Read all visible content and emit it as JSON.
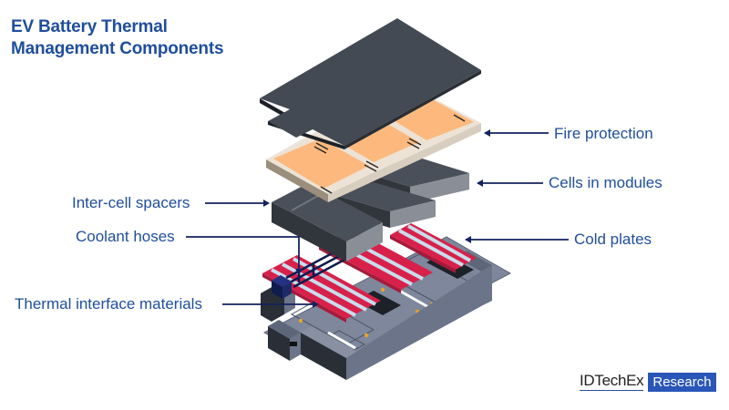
{
  "title": {
    "line1": "EV Battery Thermal",
    "line2": "Management Components"
  },
  "labels": {
    "fire_protection": "Fire protection",
    "cells_in_modules": "Cells in modules",
    "cold_plates": "Cold plates",
    "inter_cell_spacers": "Inter-cell spacers",
    "coolant_hoses": "Coolant hoses",
    "thermal_interface_materials": "Thermal interface materials"
  },
  "logo": {
    "name": "IDTechEx",
    "badge": "Research"
  },
  "colors": {
    "text_blue": "#1f4e9c",
    "leader_navy": "#13235e",
    "lid": "#434a53",
    "fire_orange": "#fdb97d",
    "fire_frame": "#ece3d6",
    "module_top": "#4a5059",
    "cold_plate_red": "#d8214a",
    "cold_plate_stripe": "#c8ddee",
    "tray": "#6b7488",
    "tim_pad": "#7e879c",
    "bolt": "#e6a22a"
  }
}
